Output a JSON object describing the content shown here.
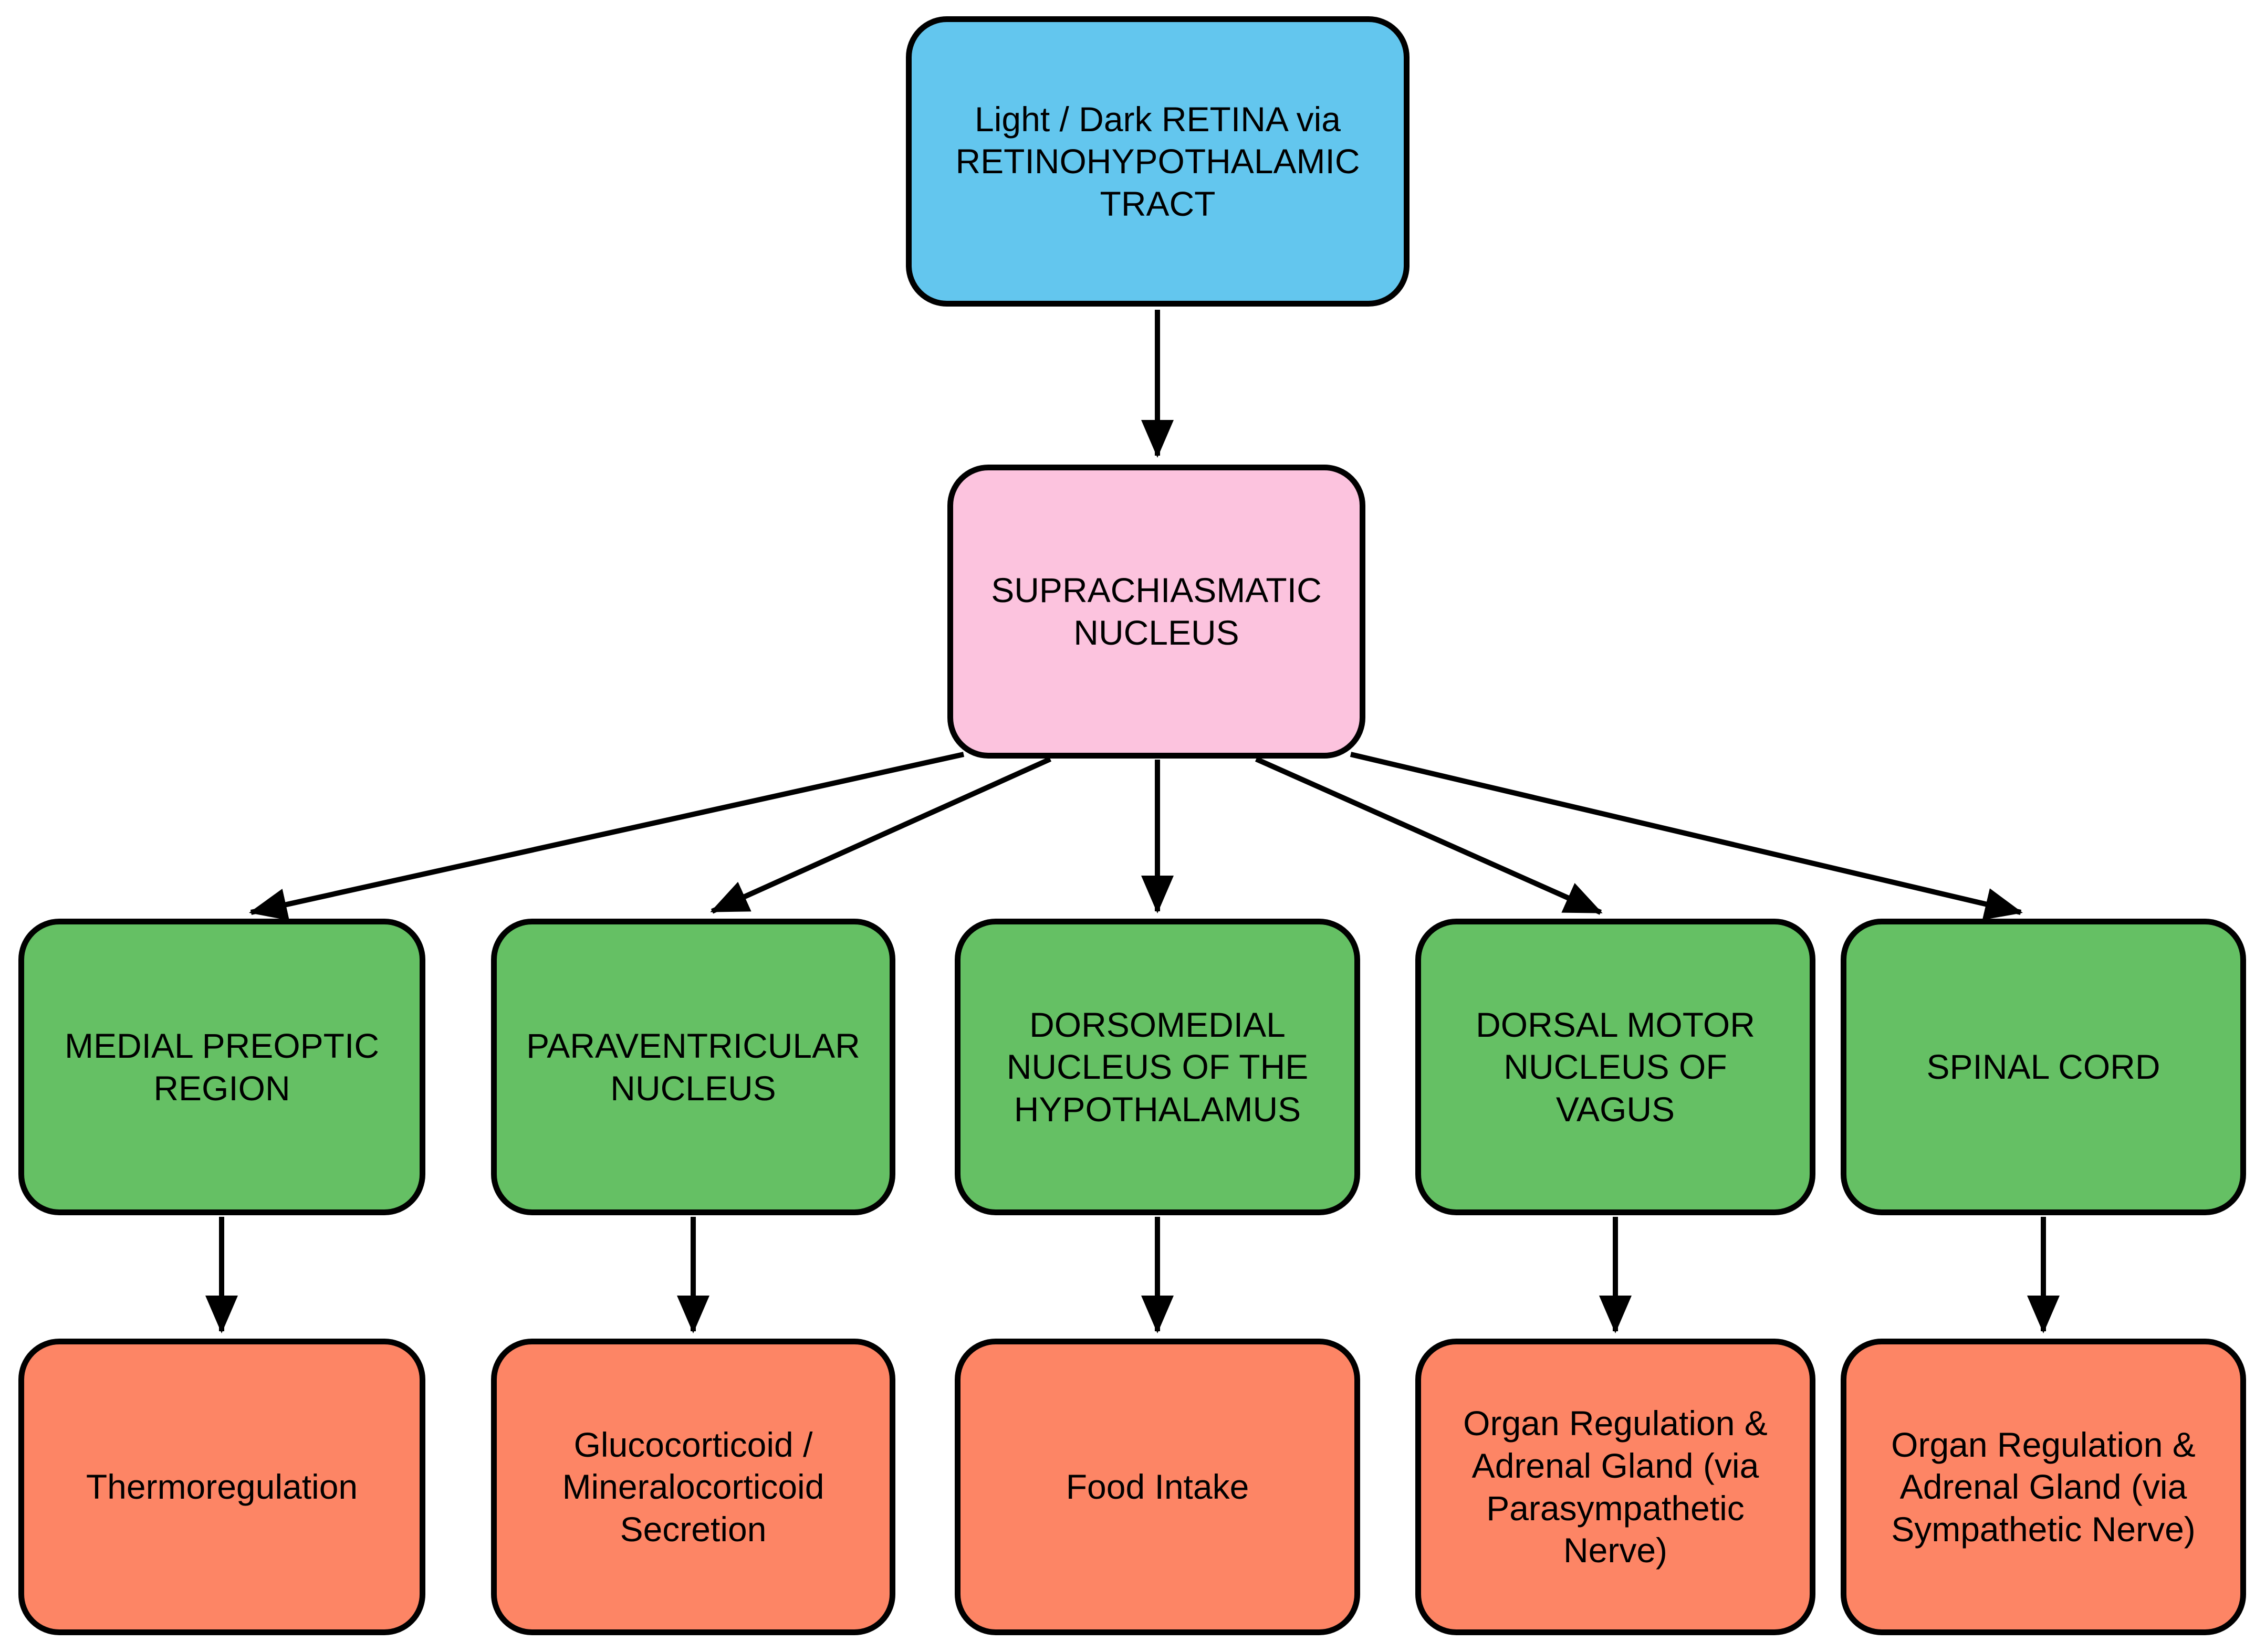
{
  "colors": {
    "background": "#FFFFFF",
    "input": "#63C6EE",
    "hub": "#FCC3DE",
    "nucleus": "#65C064",
    "output": "#FD8565",
    "line": "#000000"
  },
  "nodes": {
    "input": "Light / Dark RETINA via\nRETINOHYPOTHALAMIC\nTRACT",
    "hub": "SUPRACHIASMATIC\nNUCLEUS",
    "nuclei": [
      "MEDIAL PREOPTIC\nREGION",
      "PARAVENTRICULAR\nNUCLEUS",
      "DORSOMEDIAL\nNUCLEUS OF THE\nHYPOTHALAMUS",
      "DORSAL MOTOR\nNUCLEUS OF\nVAGUS",
      "SPINAL CORD"
    ],
    "outputs": [
      "Thermoregulation",
      "Glucocorticoid /\nMineralocorticoid\nSecretion",
      "Food Intake",
      "Organ Regulation &\nAdrenal Gland (via\nParasympathetic\nNerve)",
      "Organ Regulation &\nAdrenal Gland (via\nSympathetic Nerve)"
    ]
  }
}
